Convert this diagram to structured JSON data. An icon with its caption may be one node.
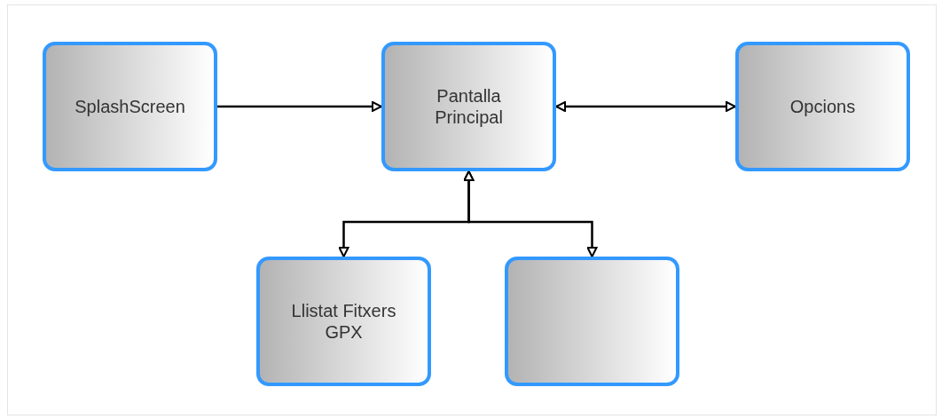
{
  "diagram": {
    "nodes": [
      {
        "text": [
          "SplashScreen"
        ]
      },
      {
        "text": [
          "Pantalla Principal"
        ]
      },
      {
        "text": [
          "Opcions"
        ]
      },
      {
        "text": [
          "Llistat Fitxers GPX"
        ]
      },
      {
        "text": [],
        "shape": "box"
      }
    ],
    "edges": [
      {
        "from": 0,
        "to": 1,
        "arrow": "to"
      },
      {
        "from": 1,
        "to": 2,
        "arrow": "both"
      },
      {
        "from": 1,
        "to": 3,
        "arrow": "both"
      },
      {
        "from": 1,
        "to": 4,
        "arrow": "both"
      }
    ]
  }
}
